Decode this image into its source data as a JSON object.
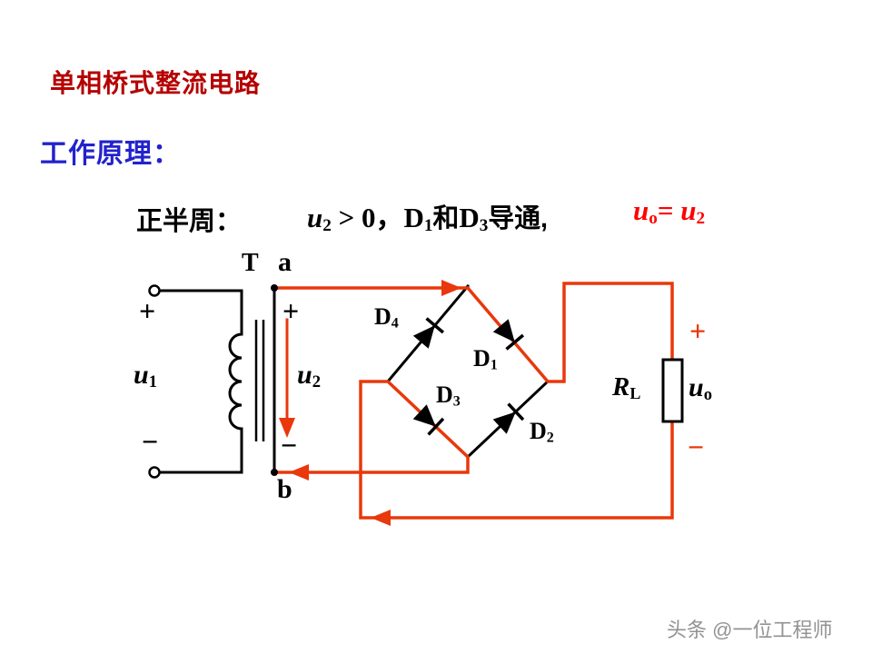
{
  "page": {
    "title": "单相桥式整流电路",
    "subtitle": "工作原理：",
    "watermark": "头条 @一位工程师"
  },
  "formula": {
    "prefix": "正半周：",
    "u2_base": "u",
    "u2_sub": "2",
    "mid1": " > 0，",
    "d1_base": "D",
    "d1_sub": "1",
    "and": "和",
    "d3_base": "D",
    "d3_sub": "3",
    "daotong": "导通,",
    "uo_base": "u",
    "uo_sub": "o",
    "equals": "= ",
    "u2b_base": "u",
    "u2b_sub": "2"
  },
  "circuit": {
    "transformer_label": "T",
    "node_a": "a",
    "node_b": "b",
    "primary_plus": "+",
    "primary_minus": "−",
    "u1_base": "u",
    "u1_sub": "1",
    "secondary_plus": "+",
    "secondary_minus": "−",
    "u2_base": "u",
    "u2_sub": "2",
    "d4_base": "D",
    "d4_sub": "4",
    "d1_base": "D",
    "d1_sub": "1",
    "d3_base": "D",
    "d3_sub": "3",
    "d2_base": "D",
    "d2_sub": "2",
    "rl_base": "R",
    "rl_sub": "L",
    "uo_base": "u",
    "uo_sub": "o",
    "output_plus": "+",
    "output_minus": "−"
  },
  "colors": {
    "title": "#b50000",
    "subtitle": "#2222cc",
    "highlight": "#e8380c",
    "formula_red": "#ff0000",
    "wire": "#000000",
    "watermark": "#929292"
  }
}
